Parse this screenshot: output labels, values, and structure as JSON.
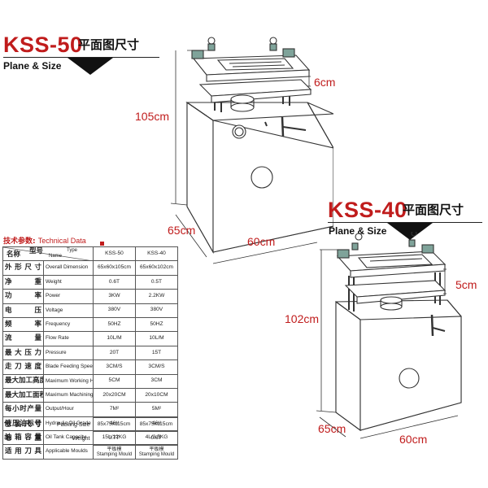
{
  "kss50": {
    "model": "KSS-50",
    "cn_title": "平面图尺寸",
    "en_title": "Plane & Size",
    "dims": {
      "top_gap": "6cm",
      "height": "105cm",
      "depth": "65cm",
      "width": "60cm"
    }
  },
  "kss40": {
    "model": "KSS-40",
    "cn_title": "平面图尺寸",
    "en_title": "Plane & Size",
    "dims": {
      "top_gap": "5cm",
      "height": "102cm",
      "depth": "65cm",
      "width": "60cm"
    }
  },
  "spec": {
    "title_cn": "技术参数",
    "title_en": "Technical Data",
    "header": {
      "name_cn": "名称",
      "type_cn": "型号",
      "name_en": "Name",
      "type_en": "Type",
      "col1": "KSS-50",
      "col2": "KSS-40"
    },
    "rows": [
      {
        "cn": "外形尺寸",
        "en": "Overall Dimension",
        "a": "65x60x105cm",
        "b": "65x60x102cm"
      },
      {
        "cn": "净重",
        "en": "Weight",
        "a": "0.6T",
        "b": "0.5T"
      },
      {
        "cn": "功率",
        "en": "Power",
        "a": "3KW",
        "b": "2.2KW"
      },
      {
        "cn": "电压",
        "en": "Voltage",
        "a": "380V",
        "b": "380V"
      },
      {
        "cn": "频率",
        "en": "Frequency",
        "a": "50HZ",
        "b": "50HZ"
      },
      {
        "cn": "流量",
        "en": "Flow Rate",
        "a": "10L/M",
        "b": "10L/M"
      },
      {
        "cn": "最大压力",
        "en": "Pressure",
        "a": "20T",
        "b": "15T"
      },
      {
        "cn": "走刀速度",
        "en": "Blade Feeding Speed",
        "a": "3CM/S",
        "b": "3CM/S"
      },
      {
        "cn": "最大加工高度",
        "en": "Maximum Working Height",
        "a": "5CM",
        "b": "3CM"
      },
      {
        "cn": "最大加工面积",
        "en": "Maximum Machining Area",
        "a": "20x20CM",
        "b": "20x10CM"
      },
      {
        "cn": "每小时产量",
        "en": "Output/Hour",
        "a": "7M²",
        "b": "5M²"
      },
      {
        "cn": "液压油标号",
        "en": "Hydraulic Oil Grade",
        "a": "46#",
        "b": "46#"
      },
      {
        "cn": "油箱容量",
        "en": "Oil Tank Capacity",
        "a": "15L/12KG",
        "b": "4L/3.5KG"
      },
      {
        "cn": "适用刀具",
        "en": "Applicable Moulds",
        "a_cn": "平板模",
        "a": "Stamping Mould",
        "b_cn": "平板模",
        "b": "Stamping Mould"
      }
    ],
    "packing": [
      {
        "cn": "包装尺寸",
        "en": "Packing Size",
        "a": "85x75x115cm",
        "b": "85x75x115cm"
      },
      {
        "cn": "毛重",
        "en": "Weight",
        "a": "0.7T",
        "b": "0.6T"
      }
    ]
  },
  "colors": {
    "brand_red": "#c01c1c",
    "line": "#333333"
  }
}
